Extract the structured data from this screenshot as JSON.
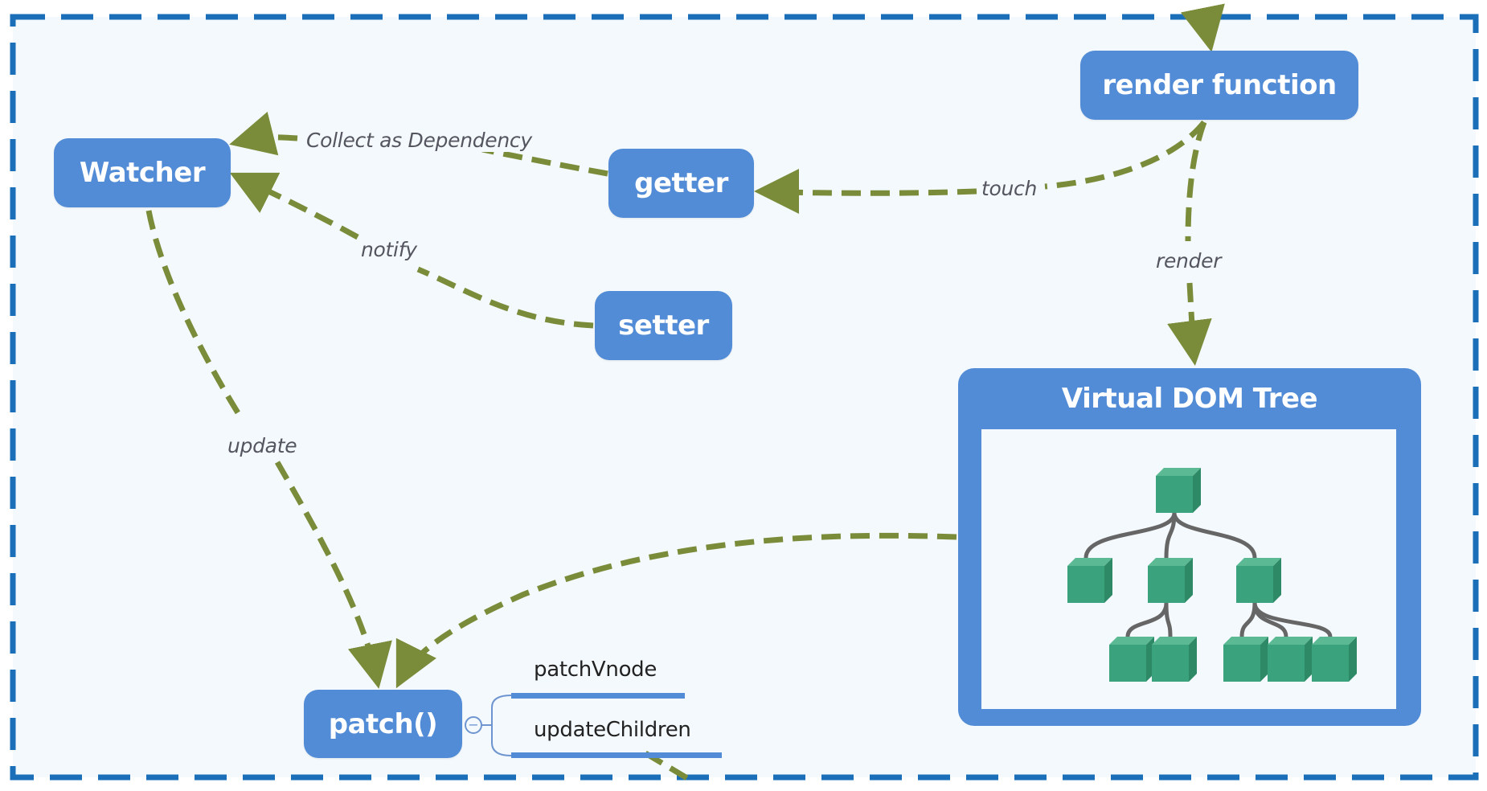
{
  "diagram": {
    "colors": {
      "node_fill": "#528bd6",
      "node_text": "#ffffff",
      "edge": "#7a8c3a",
      "frame_border": "#1a6fb8",
      "background": "#f3f9fd",
      "cube_green": "#3aa27c",
      "tree_line": "#666666"
    },
    "nodes": {
      "watcher": "Watcher",
      "getter": "getter",
      "setter": "setter",
      "render_function": "render function",
      "virtual_dom_tree": "Virtual DOM Tree",
      "patch": "patch()"
    },
    "edge_labels": {
      "collect": "Collect as Dependency",
      "notify": "notify",
      "touch": "touch",
      "render": "render",
      "update": "update"
    },
    "patch_branches": [
      "patchVnode",
      "updateChildren"
    ],
    "collapse_symbol": "−",
    "edges": [
      {
        "from": "getter",
        "to": "watcher",
        "label": "Collect as Dependency"
      },
      {
        "from": "setter",
        "to": "watcher",
        "label": "notify"
      },
      {
        "from": "render function",
        "to": "getter",
        "label": "touch"
      },
      {
        "from": "render function",
        "to": "Virtual DOM Tree",
        "label": "render"
      },
      {
        "from": "watcher",
        "to": "patch()",
        "label": "update"
      },
      {
        "from": "Virtual DOM Tree",
        "to": "patch()",
        "label": ""
      },
      {
        "from": "external",
        "to": "render function",
        "label": ""
      }
    ],
    "vdom_tree": {
      "levels": [
        1,
        3,
        5
      ],
      "children_per_node": [
        [
          3
        ],
        [
          0,
          2,
          3
        ]
      ]
    }
  }
}
